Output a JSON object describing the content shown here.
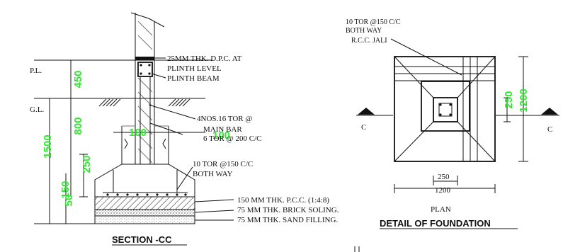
{
  "section": {
    "title": "SECTION -CC",
    "levels": {
      "pl": "P.L.",
      "gl": "G.L."
    },
    "dims": {
      "d450": "450",
      "d800": "800",
      "d1500": "1500",
      "d250a": "250",
      "d150": "150",
      "d50": "50",
      "d100a": "100",
      "d100b": "100"
    },
    "notes": {
      "dpc_1": "25MM THK. D.P.C. AT",
      "dpc_2": "PLINTH LEVEL",
      "dpc_3": "PLINTH BEAM",
      "bar_1": "4NOS.16 TOR @",
      "bar_2": "MAIN BAR",
      "bar_3": "6 TOR @ 200 C/C",
      "tor_1": "10 TOR @150 C/C",
      "tor_2": "BOTH WAY",
      "pcc": "150 MM THK. P.C.C. (1:4:8)",
      "brick": "75  MM THK. BRICK SOLING.",
      "sand": "75  MM THK. SAND FILLING."
    }
  },
  "detail": {
    "title": "DETAIL OF FOUNDATION",
    "plan_label": "PLAN",
    "cut_left": "C",
    "cut_right": "C",
    "jali_1": "10 TOR @150 C/C",
    "jali_2": "BOTH WAY",
    "jali_3": "R.C.C. JALI",
    "dims": {
      "d250": "250",
      "d1200": "1200",
      "d250v": "250",
      "d1200v": "1200"
    }
  },
  "colors": {
    "dimension": "#2ee82e",
    "line": "#111111"
  }
}
